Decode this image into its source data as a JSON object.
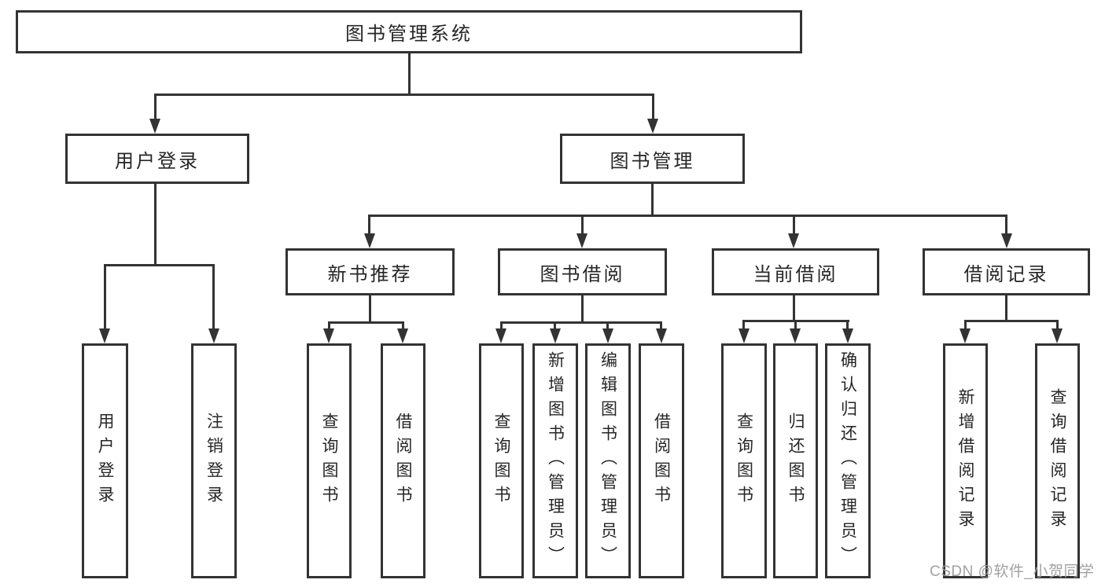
{
  "diagram_type": "functional-structure-tree",
  "tree": {
    "root": {
      "label": "图书管理系统",
      "children": [
        {
          "label": "用户登录",
          "children": [
            {
              "label": "用户登录"
            },
            {
              "label": "注销登录"
            }
          ]
        },
        {
          "label": "图书管理",
          "children": [
            {
              "label": "新书推荐",
              "children": [
                {
                  "label": "查询图书"
                },
                {
                  "label": "借阅图书"
                }
              ]
            },
            {
              "label": "图书借阅",
              "children": [
                {
                  "label": "查询图书"
                },
                {
                  "label": "新增图书（管理员）"
                },
                {
                  "label": "编辑图书（管理员）"
                },
                {
                  "label": "借阅图书"
                }
              ]
            },
            {
              "label": "当前借阅",
              "children": [
                {
                  "label": "查询图书"
                },
                {
                  "label": "归还图书"
                },
                {
                  "label": "确认归还（管理员）"
                }
              ]
            },
            {
              "label": "借阅记录",
              "children": [
                {
                  "label": "新增借阅记录"
                },
                {
                  "label": "查询借阅记录"
                }
              ]
            }
          ]
        }
      ]
    }
  },
  "watermark": {
    "text": "CSDN @软件_小贺同学"
  },
  "colors": {
    "line": "#333333",
    "box_border": "#333333",
    "text": "#262626",
    "background": "#ffffff",
    "watermark": "#9c9c9c"
  }
}
